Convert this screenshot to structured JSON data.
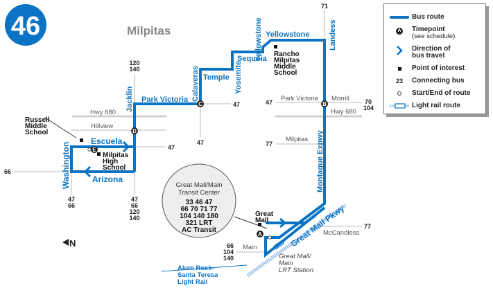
{
  "route_badge": {
    "number": "46",
    "color": "#0a73c4"
  },
  "city_label": "Milpitas",
  "north_arrow": {
    "label": "N"
  },
  "route_streets": {
    "park_victoria": "Park Victoria",
    "calaveras": "Calaveras",
    "temple": "Temple",
    "yosemite": "Yosemite",
    "sequoia": "Sequoia",
    "yellowstone_v": "Yellowstone",
    "yellowstone_h": "Yellowstone",
    "landess": "Landess",
    "montague": "Montague Expwy",
    "great_mall_pkwy": "Great Mall Pkwy",
    "jacklin": "Jacklin",
    "escuela": "Escuela",
    "arizona": "Arizona",
    "washington": "Washington"
  },
  "cross_streets": {
    "hwy680_left": "Hwy 680",
    "hillview": "Hillview",
    "park_victoria_right": "Park Victoria",
    "morrill": "Morrill",
    "hwy680_right": "Hwy 680",
    "milpitas": "Milpitas",
    "mccandless": "McCandless",
    "main": "Main"
  },
  "timepoints": [
    "A",
    "B",
    "C",
    "D",
    "E"
  ],
  "points_of_interest": {
    "russell": [
      "Russell",
      "Middle",
      "School"
    ],
    "milpitas_high": [
      "Milpitas",
      "High",
      "School"
    ],
    "rancho": [
      "Rancho",
      "Milpitas",
      "Middle",
      "School"
    ],
    "great_mall": [
      "Great",
      "Mall"
    ]
  },
  "connections": {
    "jacklin_top": [
      "120",
      "140"
    ],
    "calaveras_east": "47",
    "calaveras_south": "47",
    "landess_north": "71",
    "park_victoria_west": "47",
    "morrill_east": [
      "70",
      "104"
    ],
    "milpitas_west": "77",
    "escuela_east": "47",
    "washington_west": "66",
    "washington_south": [
      "47",
      "66"
    ],
    "jacklin_south": [
      "47",
      "66",
      "120",
      "140"
    ],
    "mccandless_east": "77",
    "main_west": [
      "66",
      "104",
      "140"
    ]
  },
  "transit_center": {
    "title": [
      "Great Mall/Main",
      "Transit Center"
    ],
    "routes": [
      "33   46   47",
      "66  70  71  77",
      "104  140  180",
      "321  LRT",
      "AC Transit"
    ]
  },
  "lrt_station": [
    "Great Mall/",
    "Main",
    "LRT Station"
  ],
  "light_rail_label": [
    "Alum Rock-",
    "Santa Teresa",
    "Light Rail"
  ],
  "legend": {
    "items": [
      {
        "icon": "bus-route-line",
        "label": "Bus route"
      },
      {
        "icon": "timepoint-circle",
        "label": "Timepoint",
        "sub": "(see schedule)"
      },
      {
        "icon": "direction-chevron",
        "label": "Direction of",
        "sub": "bus travel"
      },
      {
        "icon": "point-of-interest-square",
        "label": "Point of interest"
      },
      {
        "icon": "connecting-bus-number",
        "symbol_text": "23",
        "label": "Connecting bus"
      },
      {
        "icon": "start-end-circle",
        "label": "Start/End of route"
      },
      {
        "icon": "light-rail-route",
        "label": "Light rail route"
      }
    ]
  }
}
